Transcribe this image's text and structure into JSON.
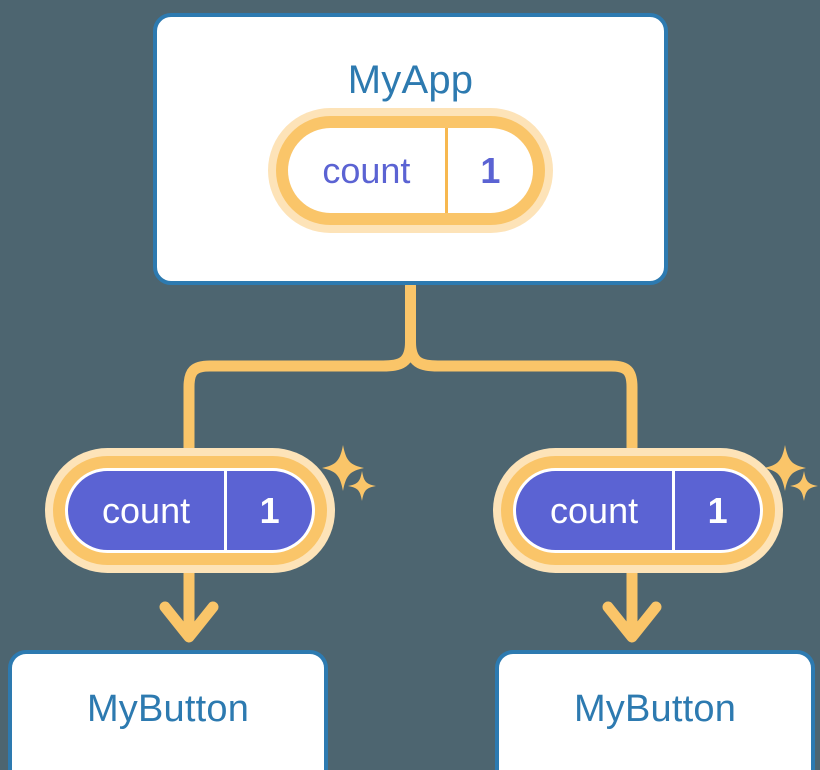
{
  "diagram": {
    "title_node": {
      "label": "MyApp",
      "state": {
        "key": "count",
        "value": "1"
      }
    },
    "children": [
      {
        "state": {
          "key": "count",
          "value": "1"
        },
        "label": "MyButton"
      },
      {
        "state": {
          "key": "count",
          "value": "1"
        },
        "label": "MyButton"
      }
    ],
    "icons": {
      "sparkle_large": "sparkle-icon",
      "sparkle_small": "sparkle-small-icon",
      "arrow_down": "arrow-down-icon",
      "branch_connector": "branch-connector-icon"
    },
    "colors": {
      "background": "#4d6570",
      "box_border": "#2d7ab0",
      "box_fill": "#ffffff",
      "title_text": "#2d7ab0",
      "accent_orange": "#fac569",
      "accent_orange_soft": "#fde3b8",
      "state_purple": "#5b63d3",
      "state_text_light": "#ffffff"
    }
  }
}
